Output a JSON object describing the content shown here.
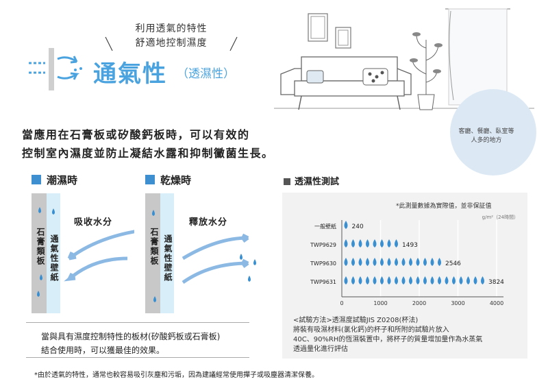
{
  "tagline": [
    "利用透氣的特性",
    "舒適地控制濕度"
  ],
  "title": {
    "main": "通氣性",
    "sub": "（透濕性）"
  },
  "headline": [
    "當應用在石膏板或矽酸鈣板時，可以有效的",
    "控制室內濕度並防止凝結水露和抑制黴菌生長。"
  ],
  "room_caption": [
    "客廳、餐廳、臥室等",
    "人多的地方"
  ],
  "humid": {
    "heading": "潮濕時",
    "action": "吸收水分",
    "board": "石膏類板",
    "wallpaper": "通氣性壁紙"
  },
  "dry": {
    "heading": "乾燥時",
    "action": "釋放水分",
    "board": "石膏類板",
    "wallpaper": "通氣性壁紙"
  },
  "note": [
    "當與具有濕度控制特性的板材(矽酸鈣板或石膏板)",
    "結合使用時，可以獲最佳的效果。"
  ],
  "footnote": "*由於透氣的特性，通常也較容易吸引灰塵和污垢，因為建議經常使用撣子或吸塵器清潔保養。",
  "test": {
    "heading": "透濕性測試",
    "note": "*此測量數據為實際值，並非保証值",
    "method": [
      "<試驗方法>透濕度試驗JIS Z0208(杯法)",
      "將裝有吸濕材料(氯化鈣)的杯子和所附的試驗片放入",
      "40C、90%RH的恆濕裝置中，將杯子的質量增加量作為水蒸氣",
      "透過量化進行評估"
    ]
  },
  "chart_data": {
    "type": "bar",
    "unit": "g/m²（24時間）",
    "categories": [
      "一般壁紙",
      "TWP9629",
      "TWP9630",
      "TWP9631"
    ],
    "values": [
      240,
      1493,
      2546,
      3824
    ],
    "value_labels": [
      "240",
      "1493",
      "2546",
      "3824"
    ],
    "xticks": [
      "0",
      "1000",
      "2000",
      "3000",
      "4000"
    ],
    "xlim": [
      0,
      4000
    ]
  },
  "colors": {
    "accent": "#4aa3df",
    "drop": "#3a8fd0",
    "square": "#3d8fd0"
  }
}
